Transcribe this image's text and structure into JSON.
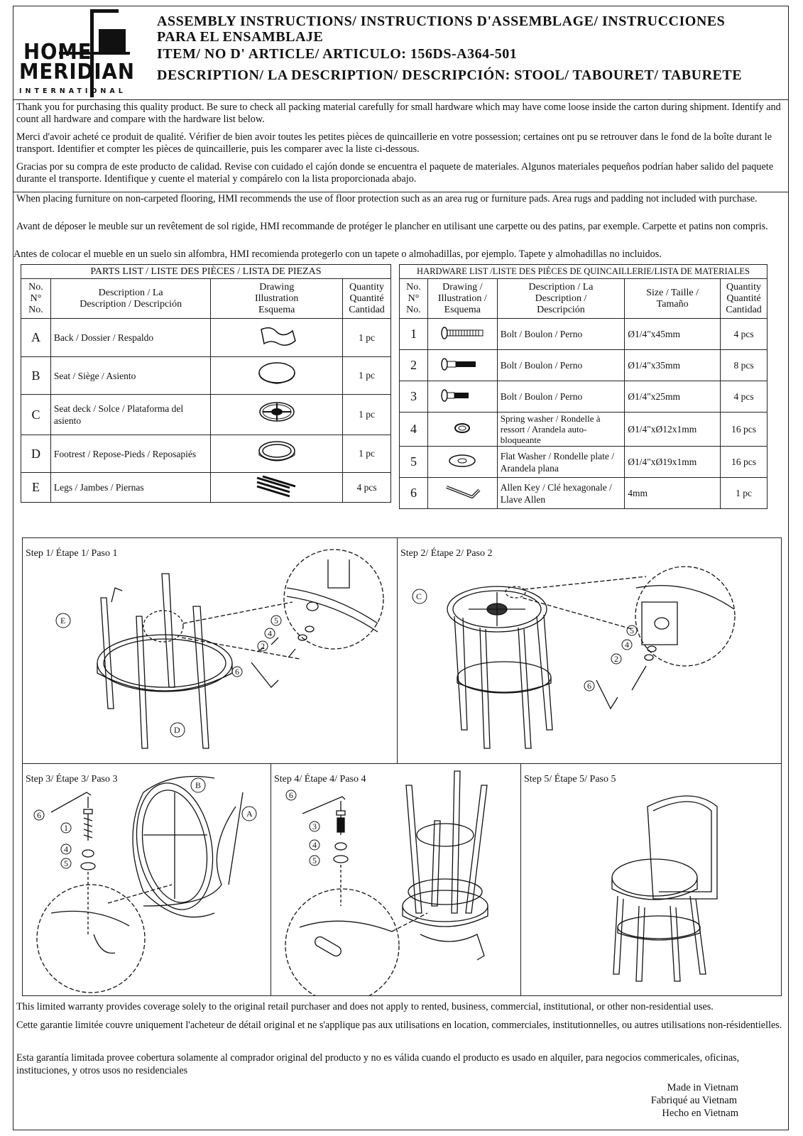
{
  "brand": {
    "line1": "HOME",
    "line2": "MERIDIAN",
    "line3": "INTERNATIONAL"
  },
  "header": {
    "title_line1": "ASSEMBLY INSTRUCTIONS/ INSTRUCTIONS D'ASSEMBLAGE/ INSTRUCCIONES",
    "title_line2": "PARA EL ENSAMBLAJE",
    "item_line": "ITEM/ NO D' ARTICLE/ ARTICULO: 156DS-A364-501",
    "description_line": "DESCRIPTION/ LA DESCRIPTION/  DESCRIPCIÓN: STOOL/ TABOURET/ TABURETE"
  },
  "intro": {
    "en": "Thank you for purchasing this quality product. Be sure to check all packing material carefully for small hardware which may have come loose inside the carton during shipment. Identify and count all hardware and compare with the hardware list below.",
    "fr": "Merci d'avoir acheté ce produit de qualité. Vérifier de bien avoir toutes les petites pièces de quincaillerie en votre possession; certaines ont pu se retrouver dans le fond de la boîte durant le transport. Identifier et compter les pièces de quincaillerie, puis les comparer avec la liste ci-dessous.",
    "es": "Gracias por su compra de este producto de calidad. Revise con cuidado el cajón donde se encuentra el paquete de materiales. Algunos materiales pequeños podrían haber salido del paquete durante el transporte. Identifique y cuente el material y compárelo con la lista proporcionada abajo."
  },
  "floor": {
    "en": "When placing furniture on non-carpeted flooring, HMI recommends the use of floor protection such as an area rug or furniture pads. Area rugs and padding not included with purchase.",
    "fr": "Avant de déposer le meuble sur un revêtement de sol rigide, HMI recommande de protéger le plancher en utilisant une carpette ou des patins, par exemple. Carpette et patins non compris.",
    "es": "Antes de colocar el mueble en un suelo sin alfombra, HMI recomienda protegerlo con un tapete o almohadillas, por ejemplo. Tapete y almohadillas no incluidos."
  },
  "parts": {
    "caption": "PARTS LIST / LISTE DES PIÈCES / LISTA DE PIEZAS",
    "headers": {
      "no": "No. N° No.",
      "desc": "Description / La Description / Descripción",
      "drawing": "Drawing Illustration Esquema",
      "qty": "Quantity Quantité Cantidad"
    },
    "rows": [
      {
        "letter": "A",
        "desc": "Back / Dossier / Respaldo",
        "qty": "1 pc",
        "icon": "backrest-icon"
      },
      {
        "letter": "B",
        "desc": "Seat / Siège / Asiento",
        "qty": "1 pc",
        "icon": "seat-icon"
      },
      {
        "letter": "C",
        "desc": "Seat deck / Solce / Plataforma del asiento",
        "qty": "1 pc",
        "icon": "seat-deck-icon"
      },
      {
        "letter": "D",
        "desc": "Footrest / Repose-Pieds / Reposapiés",
        "qty": "1 pc",
        "icon": "footrest-ring-icon"
      },
      {
        "letter": "E",
        "desc": "Legs / Jambes / Piernas",
        "qty": "4 pcs",
        "icon": "legs-icon"
      }
    ]
  },
  "hardware": {
    "caption": "HARDWARE LIST /LISTE DES PIÈCES DE QUINCAILLERIE/LISTA DE MATERIALES",
    "headers": {
      "no": "No. N° No.",
      "drawing": "Drawing / Illustration / Esquema",
      "desc": "Description / La Description / Descripción",
      "size": "Size / Taille / Tamaño",
      "qty": "Quantity Quantité Cantidad"
    },
    "rows": [
      {
        "no": "1",
        "desc": "Bolt / Boulon / Perno",
        "size": "Ø1/4\"x45mm",
        "qty": "4 pcs",
        "icon": "bolt-long-icon"
      },
      {
        "no": "2",
        "desc": "Bolt / Boulon / Perno",
        "size": "Ø1/4\"x35mm",
        "qty": "8 pcs",
        "icon": "bolt-medium-icon"
      },
      {
        "no": "3",
        "desc": "Bolt / Boulon / Perno",
        "size": "Ø1/4\"x25mm",
        "qty": "4 pcs",
        "icon": "bolt-short-icon"
      },
      {
        "no": "4",
        "desc": "Spring washer / Rondelle à ressort / Arandela auto-bloqueante",
        "size": "Ø1/4\"xØ12x1mm",
        "qty": "16 pcs",
        "icon": "spring-washer-icon"
      },
      {
        "no": "5",
        "desc": "Flat Washer /  Rondelle plate / Arandela plana",
        "size": "Ø1/4\"xØ19x1mm",
        "qty": "16 pcs",
        "icon": "flat-washer-icon"
      },
      {
        "no": "6",
        "desc": "Allen Key / Clé hexagonale / Llave Allen",
        "size": "4mm",
        "qty": "1 pc",
        "icon": "allen-key-icon"
      }
    ]
  },
  "steps": [
    {
      "title": "Step 1/ Étape 1/ Paso 1",
      "callouts": [
        "E",
        "D",
        "5",
        "4",
        "2",
        "6"
      ]
    },
    {
      "title": "Step 2/ Étape 2/ Paso 2",
      "callouts": [
        "C",
        "5",
        "4",
        "2",
        "6"
      ]
    },
    {
      "title": "Step 3/ Étape 3/ Paso 3",
      "callouts": [
        "B",
        "A",
        "6",
        "1",
        "4",
        "5"
      ]
    },
    {
      "title": "Step 4/ Étape 4/ Paso 4",
      "callouts": [
        "6",
        "3",
        "4",
        "5"
      ]
    },
    {
      "title": "Step 5/ Étape 5/ Paso 5",
      "callouts": []
    }
  ],
  "warranty": {
    "en": "This limited warranty provides coverage solely to the original retail purchaser and does not apply to rented, business, commercial, institutional, or other non-residential uses.",
    "fr": "Cette garantie limitée couvre uniquement l'acheteur de détail original et ne s'applique pas aux utilisations en location, commerciales, institutionnelles, ou autres utilisations non-résidentielles.",
    "es": "Esta garantía limitada provee cobertura solamente al comprador original del producto y no es válida cuando el producto es usado en alquiler, para negocios commericales, oficinas, instituciones, y otros usos no residenciales"
  },
  "origin": {
    "en": "Made in Vietnam",
    "fr": "Fabriqué au Vietnam",
    "es": "Hecho en Vietnam"
  }
}
